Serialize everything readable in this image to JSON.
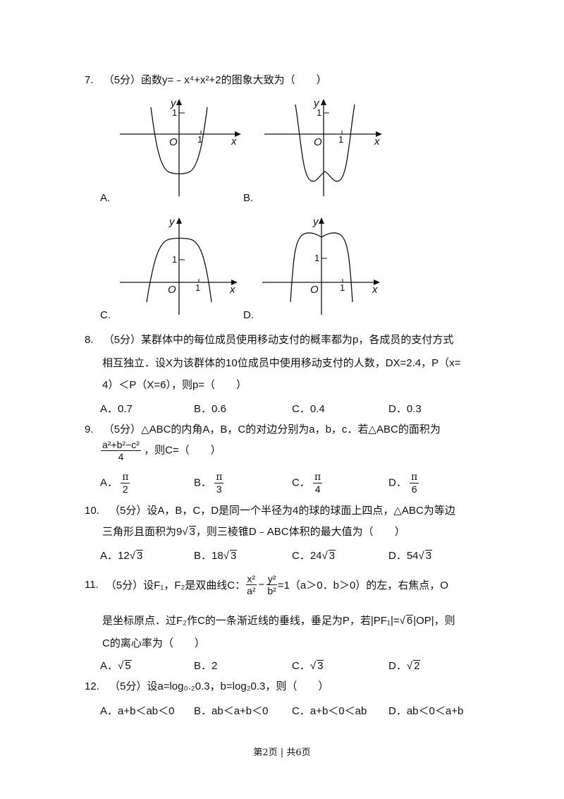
{
  "q7": {
    "number": "7.",
    "stem": "（5分）函数y=﹣x⁴+x²+2的图象大致为（　　）",
    "options": [
      "A.",
      "B.",
      "C.",
      "D."
    ],
    "axis": {
      "x": "x",
      "y": "y",
      "origin": "O",
      "one": "1"
    }
  },
  "q8": {
    "number": "8.",
    "line1": "（5分）某群体中的每位成员使用移动支付的概率都为p，各成员的支付方式",
    "line2": "相互独立．设X为该群体的10位成员中使用移动支付的人数，DX=2.4，P（x=",
    "line3": "4）＜P（X=6），则p=（　　）",
    "options": [
      {
        "label": "A．",
        "value": "0.7"
      },
      {
        "label": "B．",
        "value": "0.6"
      },
      {
        "label": "C．",
        "value": "0.4"
      },
      {
        "label": "D．",
        "value": "0.3"
      }
    ]
  },
  "q9": {
    "number": "9.",
    "line1": "（5分）△ABC的内角A，B，C的对边分别为a，b，c．若△ABC的面积为",
    "frac_num": "a²+b²−c²",
    "frac_den": "4",
    "after": "，则C=（　　）",
    "pi": "π",
    "options": [
      {
        "label": "A．",
        "den": "2"
      },
      {
        "label": "B．",
        "den": "3"
      },
      {
        "label": "C．",
        "den": "4"
      },
      {
        "label": "D．",
        "den": "6"
      }
    ]
  },
  "q10": {
    "number": "10.",
    "line1": "（5分）设A，B，C，D是同一个半径为4的球的球面上四点，△ABC为等边",
    "line2_a": "三角形且面积为9",
    "line2_rad": "3",
    "line2_b": "，则三棱锥D﹣ABC体积的最大值为（　　）",
    "options": [
      {
        "label": "A．",
        "coef": "12",
        "rad": "3"
      },
      {
        "label": "B．",
        "coef": "18",
        "rad": "3"
      },
      {
        "label": "C．",
        "coef": "24",
        "rad": "3"
      },
      {
        "label": "D．",
        "coef": "54",
        "rad": "3"
      }
    ]
  },
  "q11": {
    "number": "11.",
    "prefix": "（5分）设F₁，F₂是双曲线C：",
    "f1_num": "x²",
    "f1_den": "a²",
    "minus": "−",
    "f2_num": "y²",
    "f2_den": "b²",
    "suffix": "=1（a＞0．b＞0）的左，右焦点，O",
    "line2_a": "是坐标原点．过F₂作C的一条渐近线的垂线，垂足为P，若|PF₁|=",
    "line2_rad": "6",
    "line2_b": "|OP|，则",
    "line3": "C的离心率为（　　）",
    "options": [
      {
        "label": "A．",
        "rad": "5",
        "text": ""
      },
      {
        "label": "B．",
        "rad": "",
        "text": "2"
      },
      {
        "label": "C．",
        "rad": "3",
        "text": ""
      },
      {
        "label": "D．",
        "rad": "2",
        "text": ""
      }
    ]
  },
  "q12": {
    "number": "12.",
    "stem": "（5分）设a=log₀.₂0.3，b=log₂0.3，则（　　）",
    "options": [
      {
        "label": "A．",
        "value": "a+b＜ab＜0"
      },
      {
        "label": "B．",
        "value": "ab＜a+b＜0"
      },
      {
        "label": "C．",
        "value": "a+b＜0＜ab"
      },
      {
        "label": "D．",
        "value": "ab＜0＜a+b"
      }
    ]
  },
  "footer": "第2页 | 共6页"
}
